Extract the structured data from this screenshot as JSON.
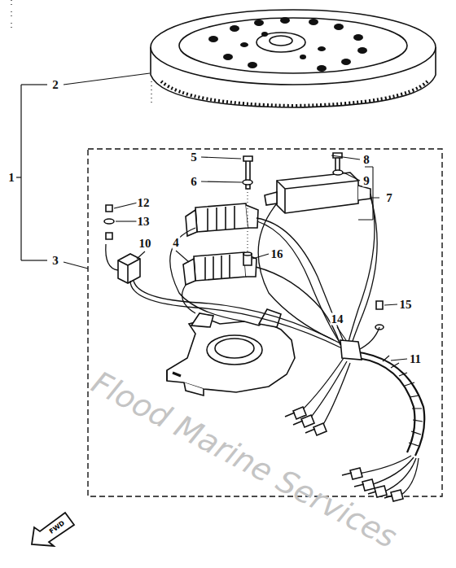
{
  "diagram": {
    "nodes": [
      {
        "text": [
          "FWD"
        ]
      }
    ],
    "labels": [
      "2",
      "1",
      "3",
      "5",
      "6",
      "8",
      "9",
      "7",
      "12",
      "13",
      "10",
      "4",
      "16",
      "15",
      "14",
      "11",
      "Flood Marine Services"
    ]
  }
}
